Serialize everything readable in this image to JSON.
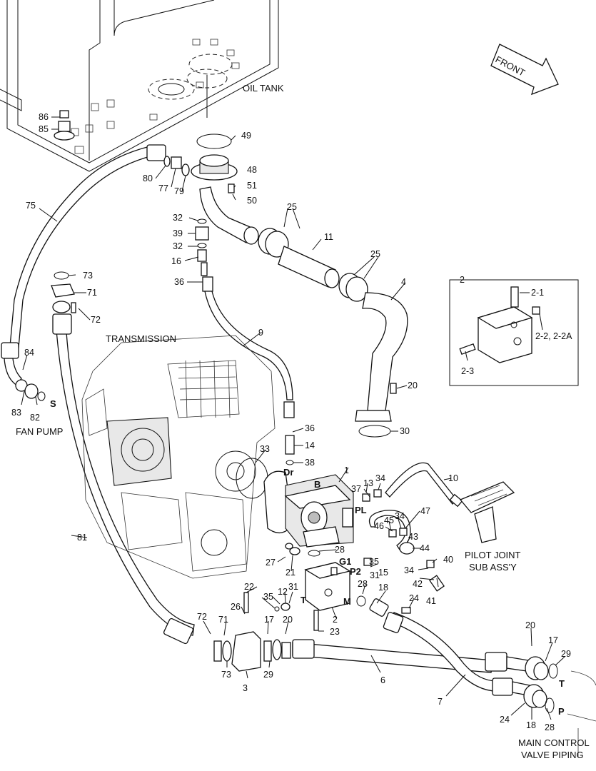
{
  "captions": {
    "oil_tank": "OIL TANK",
    "transmission": "TRANSMISSION",
    "fan_pump": "FAN PUMP",
    "pilot_joint_1": "PILOT JOINT",
    "pilot_joint_2": "SUB ASS'Y",
    "main_control_1": "MAIN CONTROL",
    "main_control_2": "VALVE PIPING",
    "front": "FRONT"
  },
  "ports": {
    "S": "S",
    "B": "B",
    "Dr": "Dr",
    "PL": "PL",
    "G1": "G1",
    "P2": "P2",
    "T_pump": "T",
    "M": "M",
    "T_right": "T",
    "P_right": "P"
  },
  "callouts": {
    "c86": "86",
    "c85": "85",
    "c49": "49",
    "c48": "48",
    "c51": "51",
    "c50": "50",
    "c80": "80",
    "c77": "77",
    "c79": "79",
    "c75": "75",
    "c25a": "25",
    "c25b": "25",
    "c11": "11",
    "c4": "4",
    "c32a": "32",
    "c39": "39",
    "c32b": "32",
    "c16": "16",
    "c36a": "36",
    "c73a": "73",
    "c71a": "71",
    "c72a": "72",
    "c9": "9",
    "c84": "84",
    "c83": "83",
    "c82": "82",
    "c20a": "20",
    "c30": "30",
    "c36b": "36",
    "c14": "14",
    "c38": "38",
    "c33": "33",
    "c1": "1",
    "c13": "13",
    "c34a": "34",
    "c10": "10",
    "c37": "37",
    "c47": "47",
    "c46": "46",
    "c45": "45",
    "c34b": "34",
    "c43": "43",
    "c44": "44",
    "c40": "40",
    "c81": "81",
    "c28a": "28",
    "c27": "27",
    "c21": "21",
    "c35a": "35",
    "c31a": "31",
    "c15": "15",
    "c34c": "34",
    "c42": "42",
    "c41": "41",
    "c22": "22",
    "c35b": "35",
    "c12": "12",
    "c31b": "31",
    "c2": "2",
    "c28b": "28",
    "c18a": "18",
    "c24a": "24",
    "c26": "26",
    "c23": "23",
    "c72b": "72",
    "c71b": "71",
    "c17a": "17",
    "c20b": "20",
    "c73b": "73",
    "c3": "3",
    "c29a": "29",
    "c6": "6",
    "c20c": "20",
    "c17b": "17",
    "c29b": "29",
    "c7": "7",
    "c24b": "24",
    "c18b": "18",
    "c28c": "28"
  },
  "detail_box": {
    "title": "2",
    "c21": "2-1",
    "c22": "2-2, 2-2A",
    "c23": "2-3"
  }
}
